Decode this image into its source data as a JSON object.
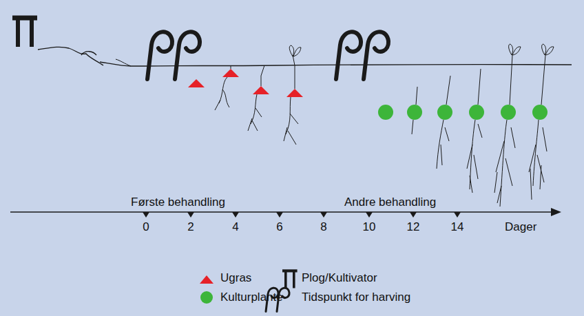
{
  "diagram": {
    "labels": [
      "Første behandling",
      "Andre behandling",
      "0",
      "2",
      "4",
      "6",
      "8",
      "10",
      "12",
      "14",
      "Dager"
    ],
    "legend": [
      {
        "text": "Ugras",
        "color": "#e62128"
      },
      {
        "text": "Kulturplante",
        "color": "#3db53a"
      },
      {
        "text": "Plog/Kultivator"
      },
      {
        "text": "Tidspunkt for harving"
      }
    ]
  }
}
